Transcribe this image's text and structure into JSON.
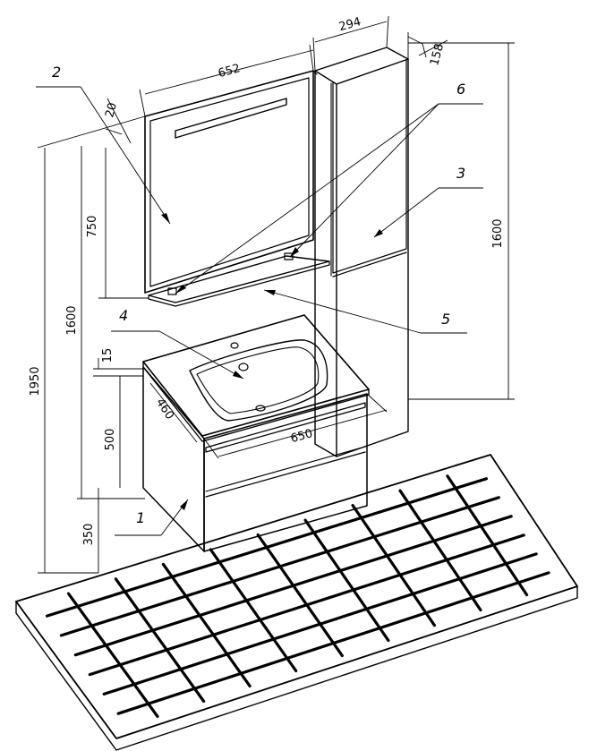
{
  "dimensions": {
    "mirror_width": "652",
    "cabinet_width": "294",
    "cabinet_depth": "158",
    "mirror_depth": "20",
    "mirror_height": "750",
    "mirror_top_height": "1600",
    "total_height": "1950",
    "tall_cabinet_height": "1600",
    "sink_thickness": "15",
    "vanity_height": "500",
    "legs_height": "350",
    "vanity_width": "650",
    "vanity_depth": "460"
  },
  "callouts": {
    "c1": "1",
    "c2": "2",
    "c3": "3",
    "c4": "4",
    "c5": "5",
    "c6": "6"
  },
  "colors": {
    "line": "#000000",
    "background": "#ffffff"
  }
}
